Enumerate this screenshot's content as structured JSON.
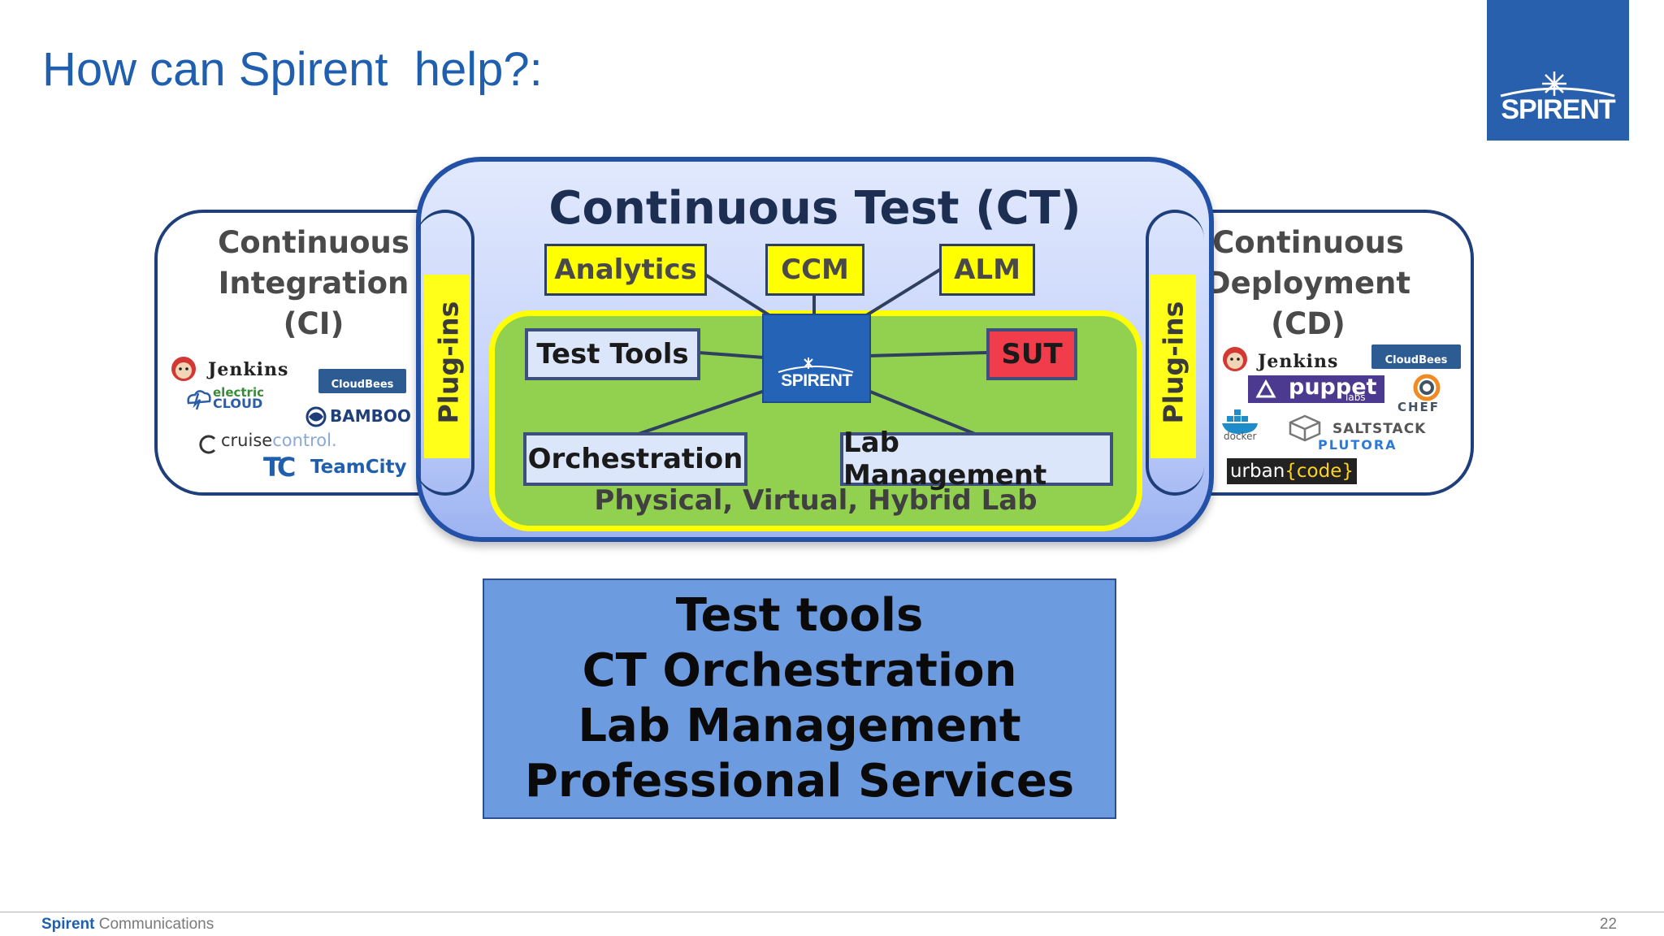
{
  "slide": {
    "title": "How can Spirent  help?:",
    "logo_text": "SPIRENT"
  },
  "ci_panel": {
    "title_lines": [
      "Continuous",
      "Integration",
      "(CI)"
    ],
    "plugins_label": "Plug-ins",
    "logos": {
      "jenkins": "Jenkins",
      "cloudbees": "CloudBees",
      "electric_top": "electric",
      "electric_bottom": "CLOUD",
      "bamboo": "BAMBOO",
      "cruise_a": "cruise",
      "cruise_b": "control.",
      "teamcity_mark": "TC",
      "teamcity": "TeamCity"
    }
  },
  "cd_panel": {
    "title_lines": [
      "Continuous",
      "Deployment",
      "(CD)"
    ],
    "plugins_label": "Plug-ins",
    "logos": {
      "jenkins": "Jenkins",
      "cloudbees": "CloudBees",
      "puppet": "puppet",
      "puppet_sub": "labs",
      "chef": "CHEF",
      "docker": "docker",
      "saltstack": "SALTSTACK",
      "plutora": "PLUTORA",
      "urban": "urban",
      "code": "{code}"
    }
  },
  "ct": {
    "title": "Continuous Test (CT)",
    "top_nodes": [
      "Analytics",
      "CCM",
      "ALM"
    ],
    "test_tools": "Test Tools",
    "sut": "SUT",
    "orchestration": "Orchestration",
    "lab_management": "Lab Management",
    "hub_label": "SPIRENT",
    "lab_caption": "Physical, Virtual, Hybrid Lab"
  },
  "summary": {
    "lines": [
      "Test tools",
      "CT Orchestration",
      "Lab Management",
      "Professional Services"
    ]
  },
  "footer": {
    "brand": "Spirent",
    "company": " Communications",
    "page_number": "22"
  },
  "colors": {
    "title_blue": "#1f5fae",
    "logo_blue": "#2860ad",
    "yellow": "#ffff00",
    "lab_green": "#92d050",
    "sut_red": "#f03c4b",
    "summary_blue": "#6c9be0"
  }
}
